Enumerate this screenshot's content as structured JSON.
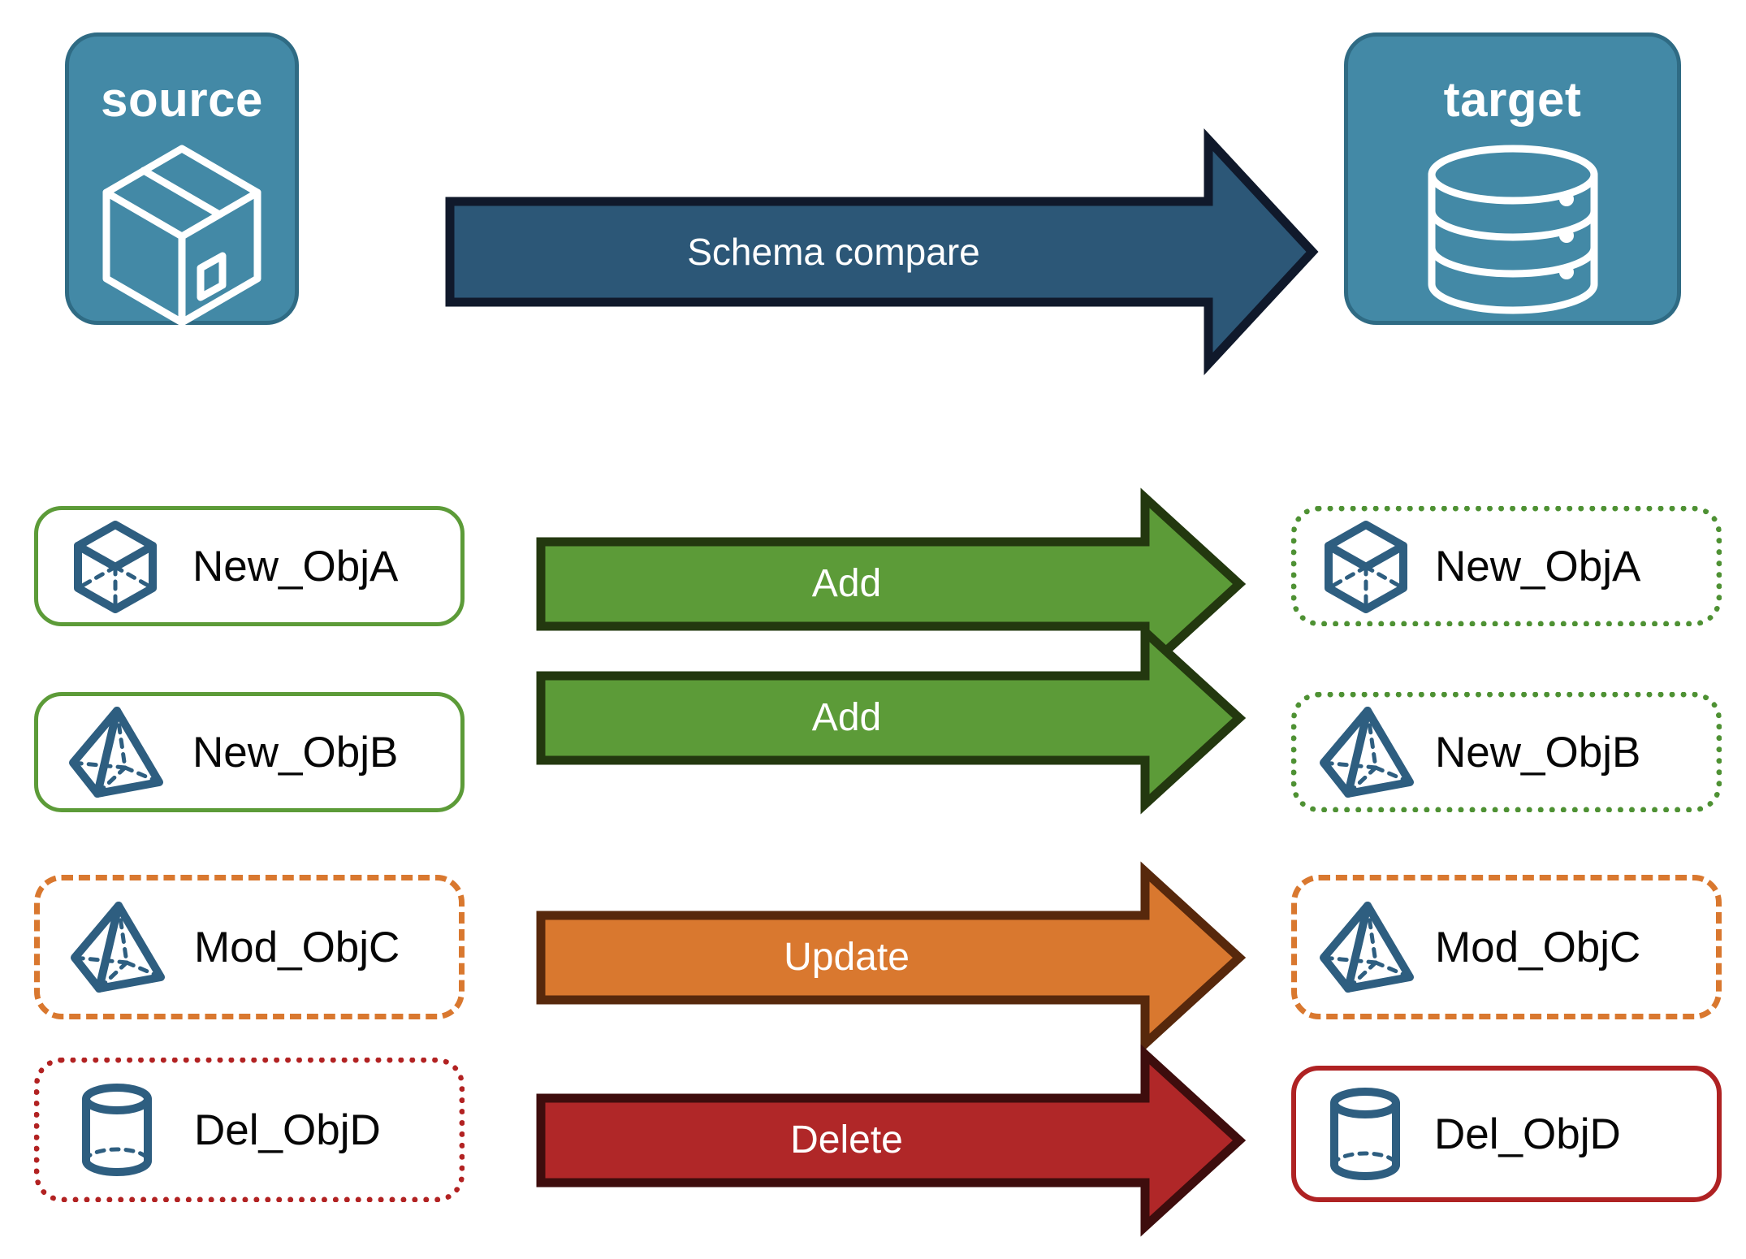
{
  "diagram": {
    "title_source": "source",
    "title_target": "target",
    "compare_label": "Schema compare",
    "colors": {
      "endpoint_fill": "#4389A6",
      "endpoint_border": "#2F6B84",
      "compare_fill": "#2C5777",
      "compare_border": "#10192B",
      "add_fill": "#5C9B38",
      "add_border": "#23380F",
      "update_fill": "#D9782F",
      "update_border": "#57280C",
      "delete_fill": "#B02728",
      "delete_border": "#3E0D0D",
      "object_icon": "#2E5E80",
      "chip_text": "#060606"
    },
    "rows": [
      {
        "source_label": "New_ObjA",
        "source_icon": "cube-wireframe-icon",
        "source_border": "solid-green",
        "action": "Add",
        "action_color": "add",
        "target_label": "New_ObjA",
        "target_icon": "cube-wireframe-icon",
        "target_border": "dotted-green"
      },
      {
        "source_label": "New_ObjB",
        "source_icon": "pyramid-wireframe-icon",
        "source_border": "solid-green",
        "action": "Add",
        "action_color": "add",
        "target_label": "New_ObjB",
        "target_icon": "pyramid-wireframe-icon",
        "target_border": "dotted-green"
      },
      {
        "source_label": "Mod_ObjC",
        "source_icon": "pyramid-wireframe-icon",
        "source_border": "dashed-orange",
        "action": "Update",
        "action_color": "update",
        "target_label": "Mod_ObjC",
        "target_icon": "pyramid-wireframe-icon",
        "target_border": "dashed-orange"
      },
      {
        "source_label": "Del_ObjD",
        "source_icon": "cylinder-wireframe-icon",
        "source_border": "dotted-red",
        "action": "Delete",
        "action_color": "delete",
        "target_label": "Del_ObjD",
        "target_icon": "cylinder-wireframe-icon",
        "target_border": "solid-red"
      }
    ]
  }
}
